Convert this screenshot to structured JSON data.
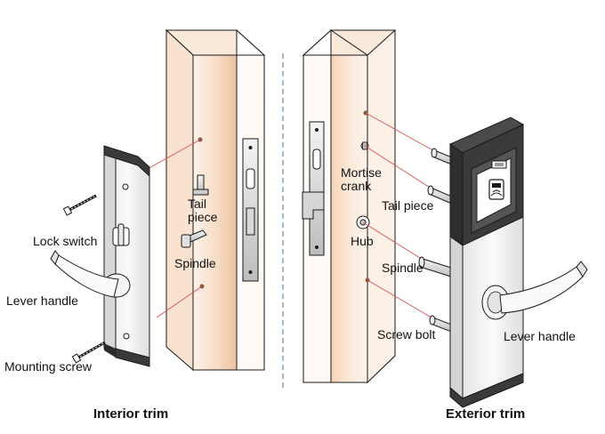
{
  "colors": {
    "wood_light": "#fdf0e6",
    "wood_mid": "#f6d9c0",
    "wood_dark": "#efc7a6",
    "trim_plate": "#f1f1f1",
    "trim_cap": "#3a3a3a",
    "outline": "#1a1a1a",
    "guide_line": "#d9534f",
    "divider": "#6b8ea8"
  },
  "labels": {
    "tail_piece_left": "Tail\npiece",
    "lock_switch": "Lock switch",
    "spindle_left": "Spindle",
    "lever_handle_left": "Lever handle",
    "mounting_screw": "Mounting screw",
    "mortise_crank": "Mortise\ncrank",
    "tail_piece_right": "Tail piece",
    "hub": "Hub",
    "spindle_right": "Spindle",
    "screw_bolt": "Screw bolt",
    "lever_handle_right": "Lever handle"
  },
  "captions": {
    "interior": "Interior trim",
    "exterior": "Exterior trim"
  },
  "icons": {
    "card_reader": "rfid-card-icon"
  }
}
